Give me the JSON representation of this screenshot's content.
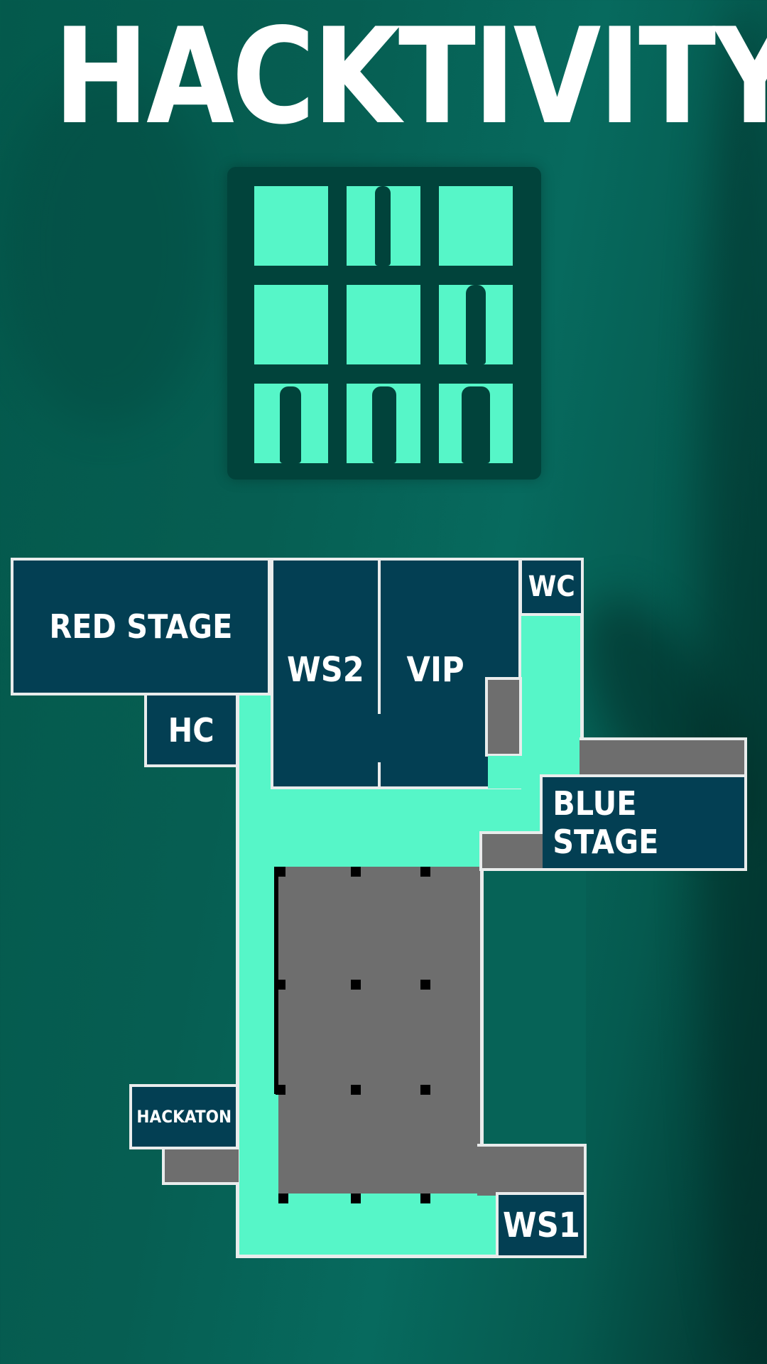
{
  "header": {
    "title": "HACKTIVITY"
  },
  "logo": {
    "grid": "3x3",
    "cells_with_people": [
      1,
      5,
      6,
      7,
      8
    ],
    "colors": {
      "frame": "#01433b",
      "cell": "#56f6c8"
    }
  },
  "floor_plan": {
    "colors": {
      "room": "#033f53",
      "hall": "#56f6c8",
      "service": "#6e6e6e",
      "wall": "#e9ecec",
      "column": "#000000"
    },
    "rooms": [
      {
        "id": "red-stage",
        "label": "RED STAGE"
      },
      {
        "id": "hc",
        "label": "HC"
      },
      {
        "id": "ws2",
        "label": "WS2"
      },
      {
        "id": "vip",
        "label": "VIP"
      },
      {
        "id": "wc",
        "label": "WC"
      },
      {
        "id": "blue-stage",
        "label": "BLUE STAGE"
      },
      {
        "id": "hackaton",
        "label": "HACKATON"
      },
      {
        "id": "ws1",
        "label": "WS1"
      }
    ]
  }
}
